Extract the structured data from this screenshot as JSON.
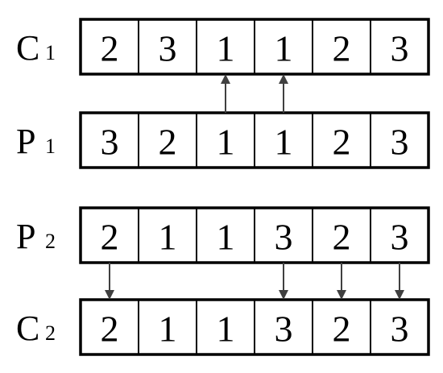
{
  "colors": {
    "stroke": "#000000",
    "arrow": "#404040",
    "background": "#ffffff"
  },
  "rows": [
    {
      "id": "c1",
      "label": "C",
      "subscript": "1",
      "values": [
        "2",
        "3",
        "1",
        "1",
        "2",
        "3"
      ]
    },
    {
      "id": "p1",
      "label": "P",
      "subscript": "1",
      "values": [
        "3",
        "2",
        "1",
        "1",
        "2",
        "3"
      ]
    },
    {
      "id": "p2",
      "label": "P",
      "subscript": "2",
      "values": [
        "2",
        "1",
        "1",
        "3",
        "2",
        "3"
      ]
    },
    {
      "id": "c2",
      "label": "C",
      "subscript": "2",
      "values": [
        "2",
        "1",
        "1",
        "3",
        "2",
        "3"
      ]
    }
  ],
  "arrows": [
    {
      "from_row": "p1",
      "to_row": "c1",
      "cells": [
        2,
        3
      ]
    },
    {
      "from_row": "p2",
      "to_row": "c2",
      "cells": [
        0,
        3,
        4,
        5
      ]
    }
  ]
}
